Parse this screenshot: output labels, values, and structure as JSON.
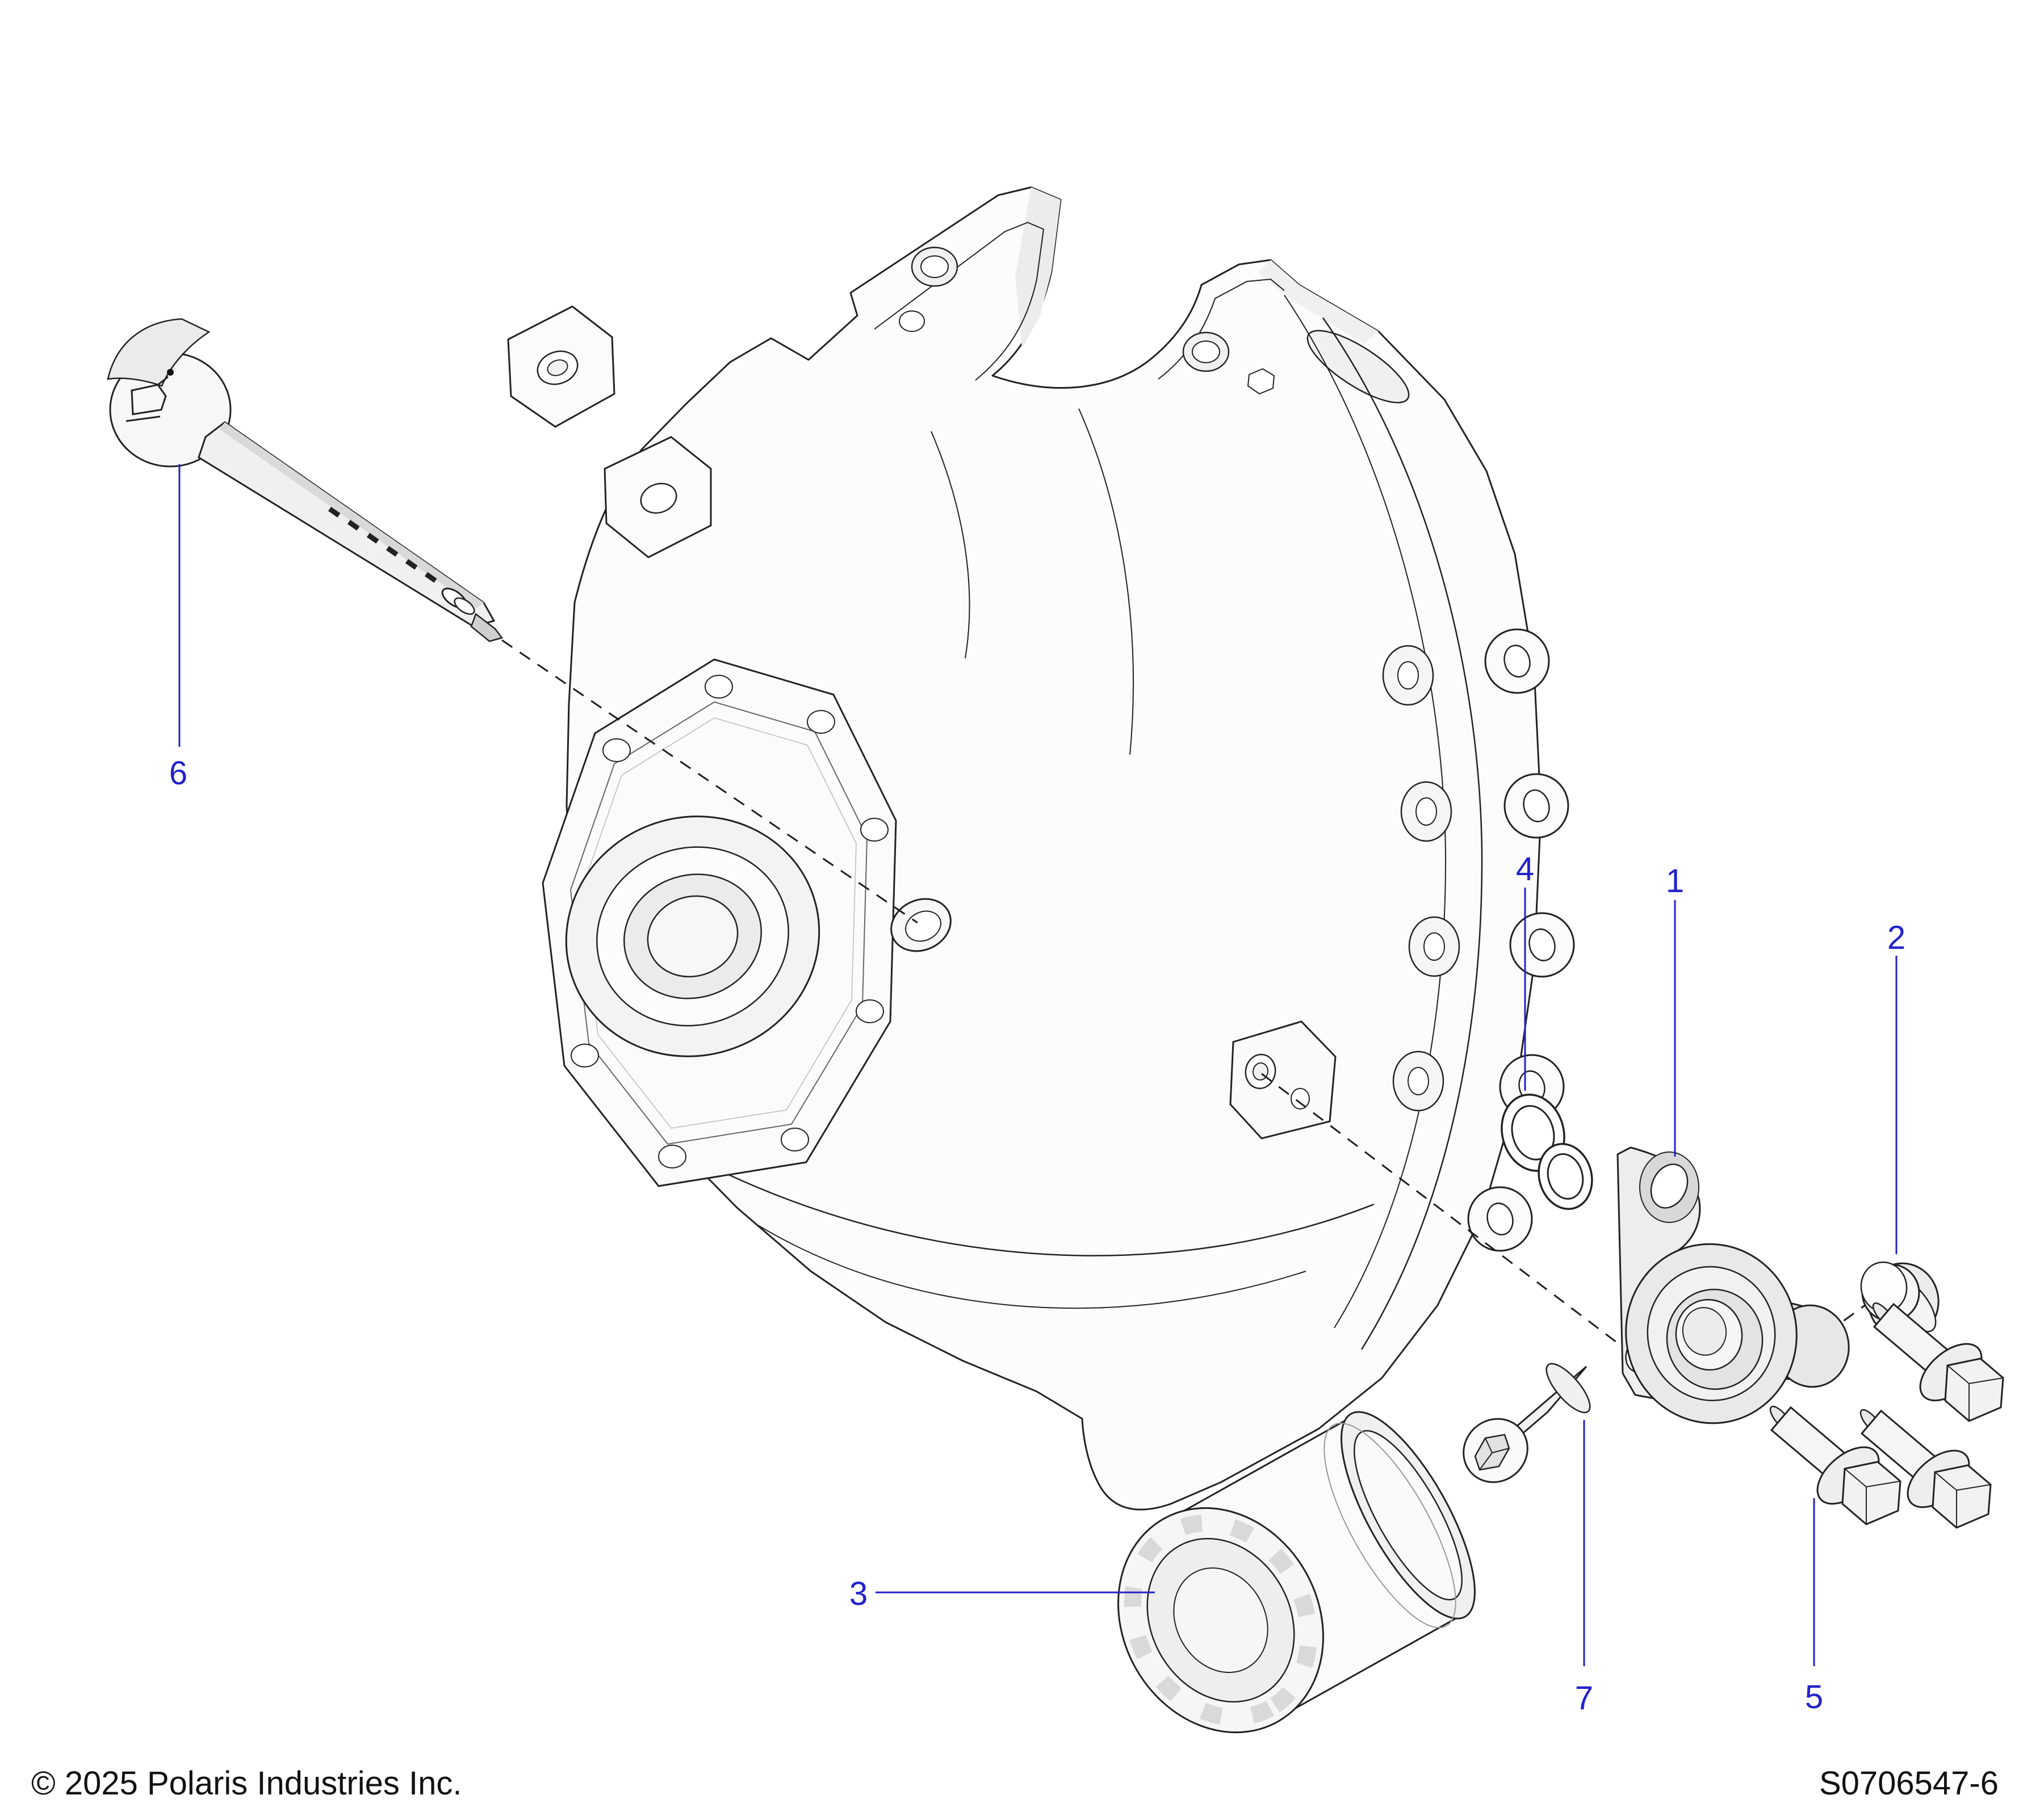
{
  "page": {
    "background": "#ffffff"
  },
  "footer": {
    "copyright": "© 2025 Polaris Industries Inc.",
    "document_code": "S0706547-6"
  },
  "diagram": {
    "callout_color": "#2222cc",
    "line_color": "#1f1f1f",
    "callouts": {
      "c1": {
        "label": "1"
      },
      "c2": {
        "label": "2"
      },
      "c3": {
        "label": "3"
      },
      "c4": {
        "label": "4"
      },
      "c5": {
        "label": "5"
      },
      "c6": {
        "label": "6"
      },
      "c7": {
        "label": "7"
      }
    }
  }
}
